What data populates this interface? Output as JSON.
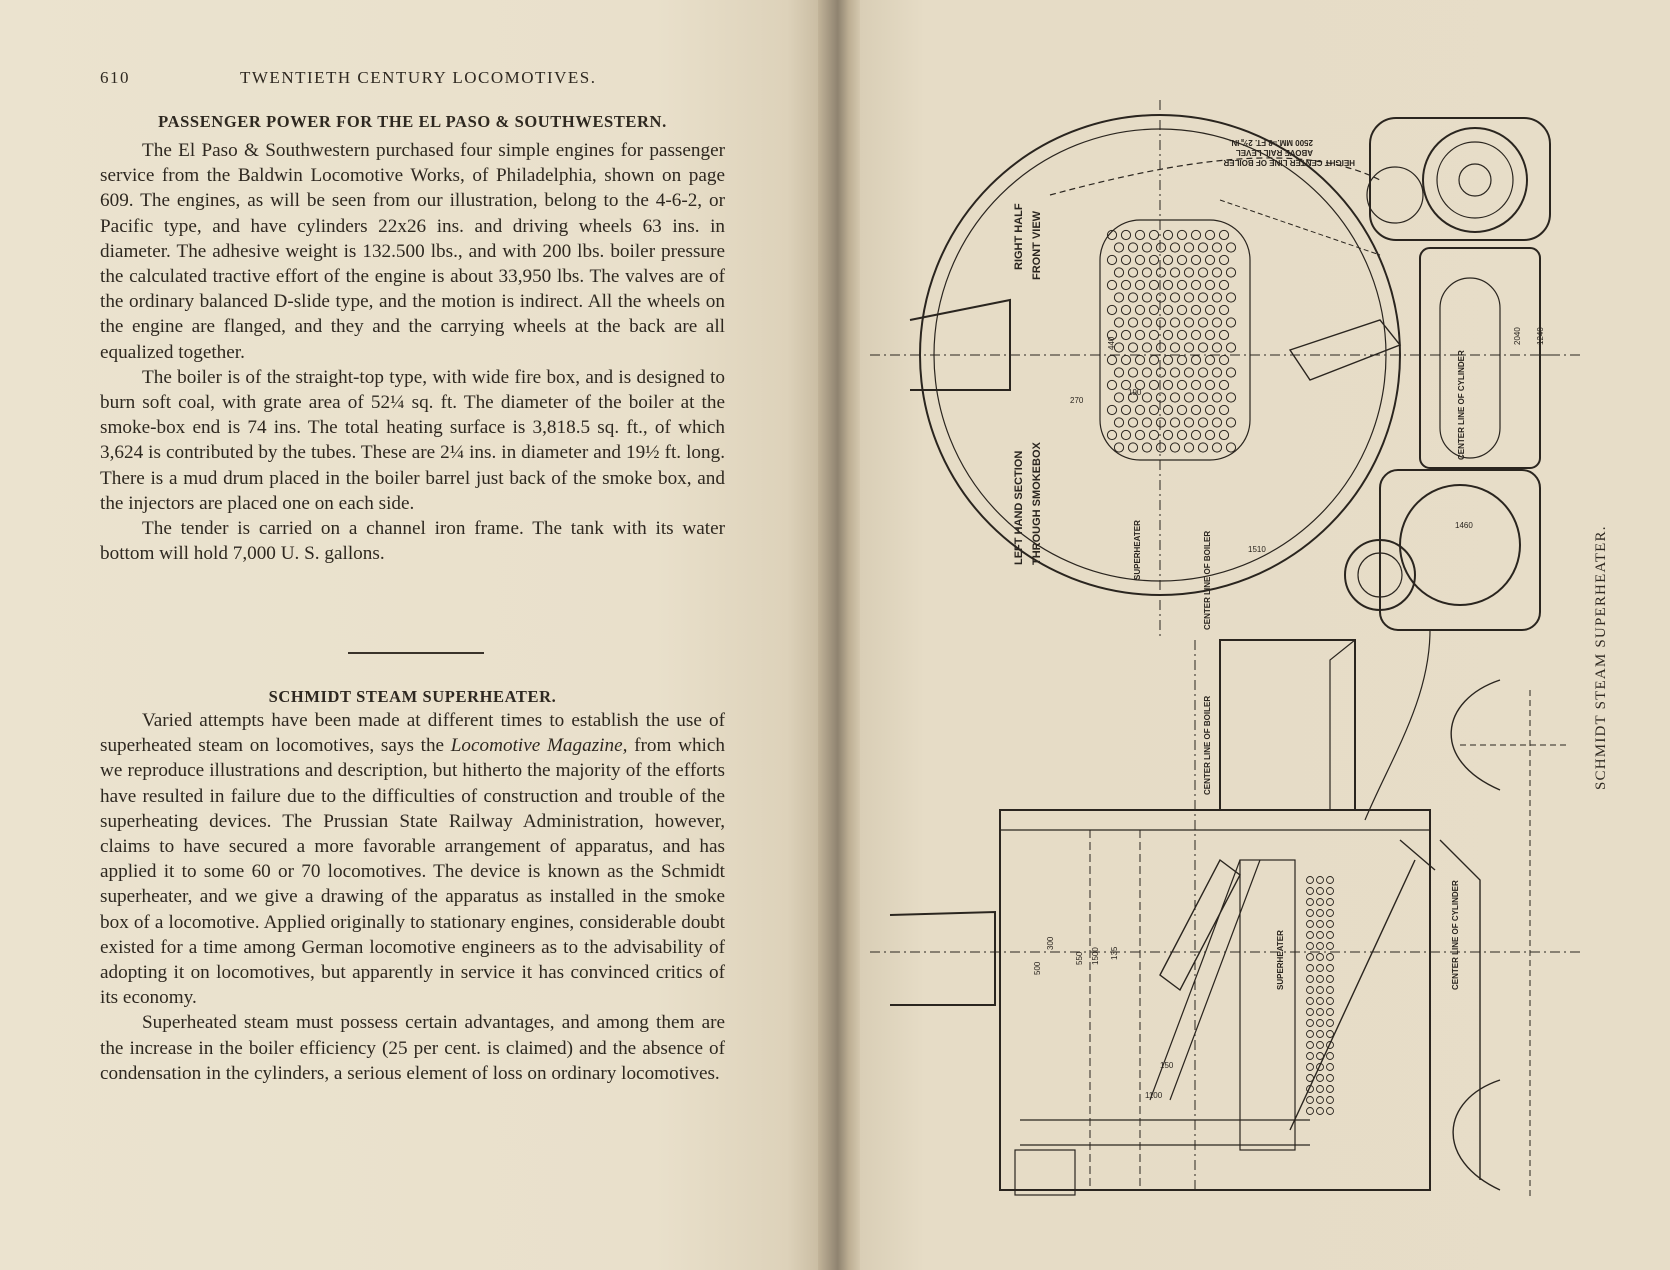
{
  "left_page": {
    "page_number": "610",
    "running_head": "TWENTIETH CENTURY LOCOMOTIVES.",
    "article1": {
      "heading": "PASSENGER POWER FOR THE EL PASO & SOUTHWESTERN.",
      "paragraphs": [
        "The El Paso & Southwestern purchased four simple engines for passenger service from the Baldwin Locomotive Works, of Phila­delphia, shown on page 609. The engines, as will be seen from our illustration, belong to the 4-6-2, or Pacific type, and have cylinders 22x26 ins. and driving wheels 63 ins. in diameter. The adhesive weight is 132.500 lbs., and with 200 lbs. boiler pressure the calculated tractive effort of the engine is about 33,950 lbs. The valves are of the ordinary balanced D-slide type, and the motion is indirect. All the wheels on the engine are flanged, and they and the carrying wheels at the back are all equalized together.",
        "The boiler is of the straight-top type, with wide fire box, and is designed to burn soft coal, with grate area of 52¼ sq. ft. The diameter of the boiler at the smoke-box end is 74 ins. The total heating surface is 3,818.5 sq. ft., of which 3,624 is contributed by the tubes. These are 2¼ ins. in diameter and 19½ ft. long. There is a mud drum placed in the boiler barrel just back of the smoke box, and the injectors are placed one on each side.",
        "The tender is carried on a channel iron frame. The tank with its water bottom will hold 7,000 U. S. gallons."
      ]
    },
    "article2": {
      "heading": "SCHMIDT STEAM SUPERHEATER.",
      "paragraphs": [
        "Varied attempts have been made at different times to establish the use of superheated steam on locomotives, says the Locomotive Magazine, from which we reproduce illustrations and description, but hitherto the majority of the efforts have resulted in failure due to the difficulties of construction and trouble of the superheating devices. The Prussian State Railway Administration, however, claims to have secured a more favorable arrangement of apparatus, and has applied it to some 60 or 70 locomotives. The device is known as the Schmidt superheater, and we give a drawing of the apparatus as installed in the smoke box of a locomotive. Applied originally to stationary engines, considerable doubt existed for a time among German locomotive engineers as to the advisability of adopting it on locomotives, but apparently in service it has con­vinced critics of its economy.",
        "Superheated steam must possess certain advantages, and among them are the increase in the boiler efficiency (25 per cent. is claimed) and the absence of condensation in the cylinders, a serious element of loss on ordinary locomotives."
      ],
      "italic_term": "Locomotive Magazine,"
    }
  },
  "right_page": {
    "caption": "SCHMIDT STEAM SUPERHEATER.",
    "labels": {
      "right_half": "RIGHT HALF",
      "front_view": "FRONT VIEW",
      "left_hand_section": "LEFT HAND SECTION",
      "through_smokebox": "THROUGH SMOKEBOX",
      "superheater_top": "SUPERHEATER",
      "center_line_boiler_top": "CENTER LINE OF BOILER",
      "center_line_cylinder_top": "CENTER LINE OF CYLINDER",
      "height_center_1": "HEIGHT CENTER LINE OF BOILER",
      "height_center_2": "ABOVE RAIL LEVEL",
      "height_center_3": "2500 MM.=8 FT. 2⅜ IN.",
      "center_line_boiler_bottom": "CENTER LINE OF BOILER",
      "superheater_bottom": "SUPERHEATER",
      "center_line_cylinder_bottom": "CENTER LINE OF CYLINDER"
    },
    "dimensions": {
      "d1510": "1510",
      "d1460": "1460",
      "d2040": "2040",
      "d1240": "1240",
      "d190": "190",
      "d1500": "1500",
      "d550": "550",
      "d300": "300",
      "d500": "500",
      "d135": "135",
      "d150": "150",
      "d440": "440",
      "d270": "270",
      "d1100": "1100"
    }
  }
}
